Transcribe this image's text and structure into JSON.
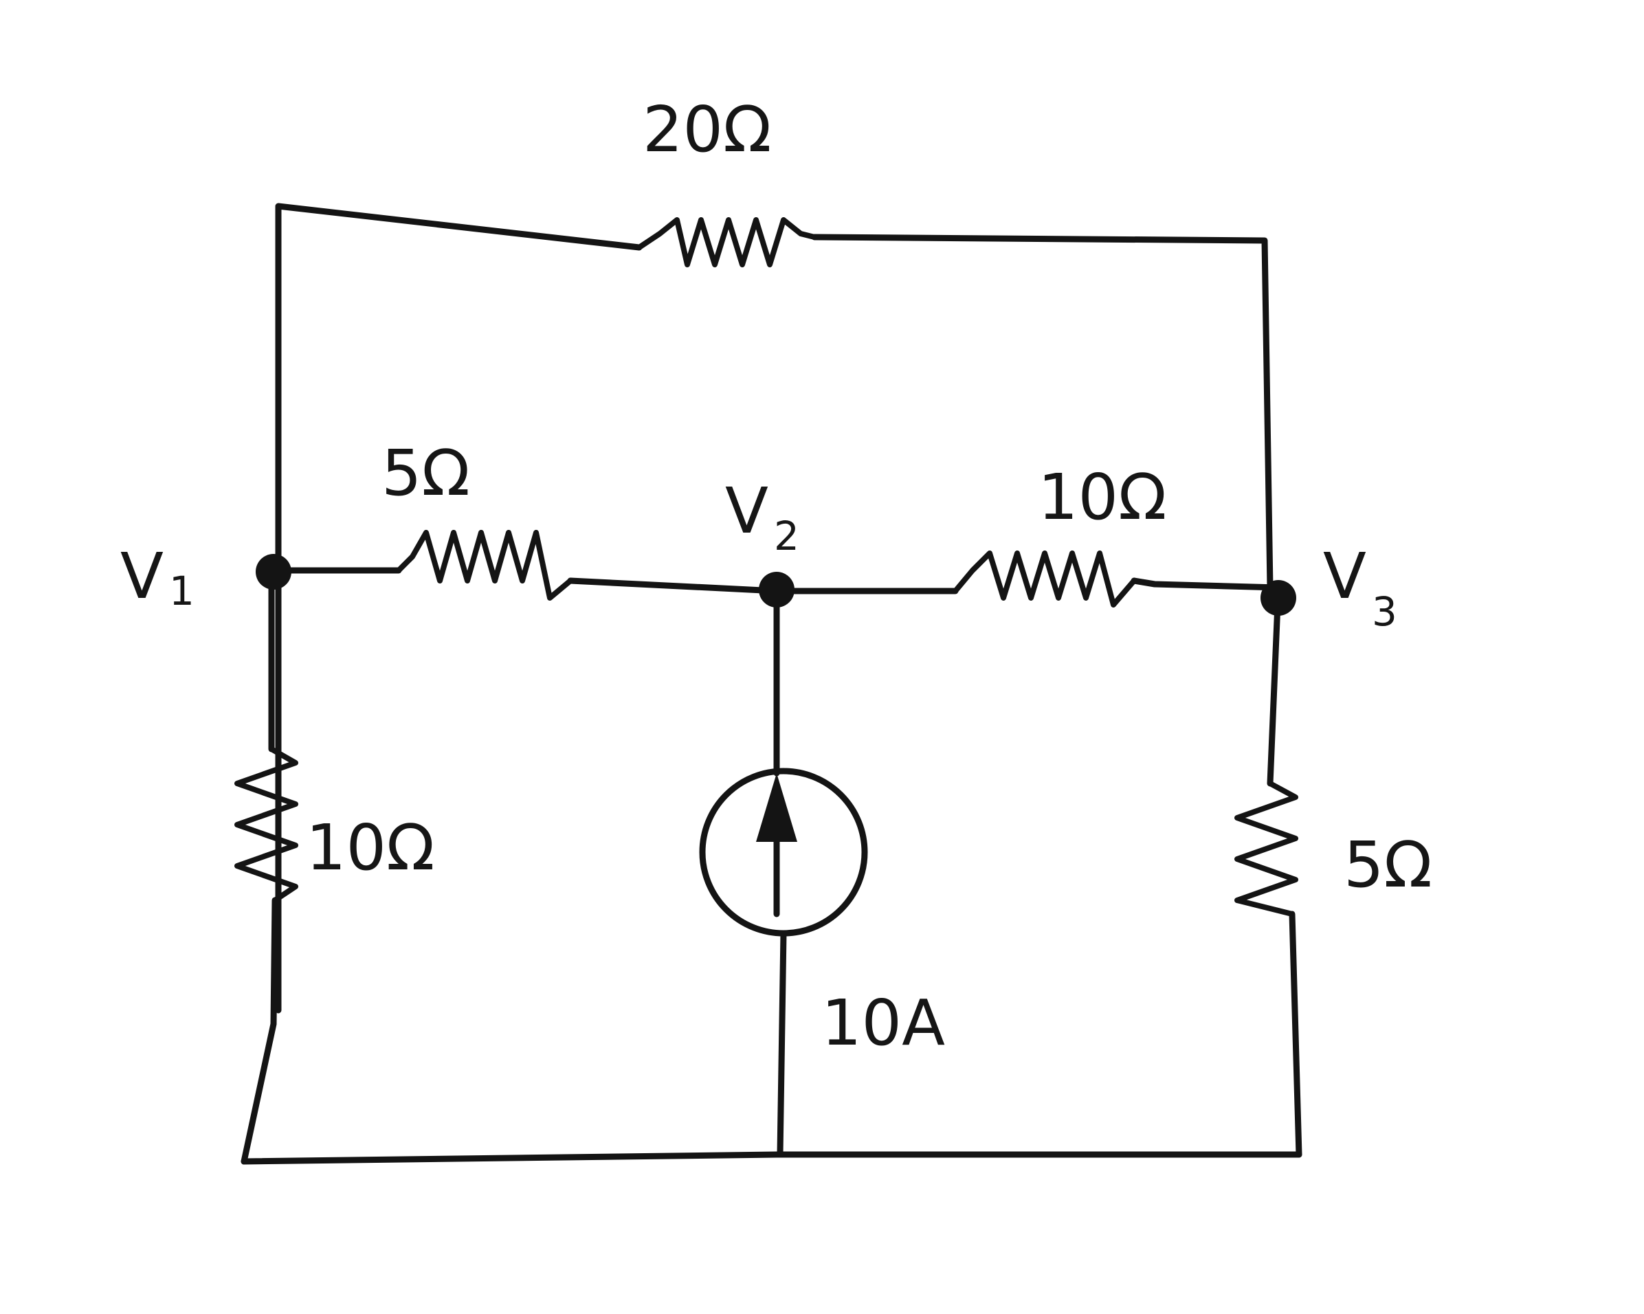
{
  "colors": {
    "ink": "#141414",
    "paper": "#ffffff"
  },
  "nodes": {
    "v1": {
      "letter": "V",
      "sub": "1"
    },
    "v2": {
      "letter": "V",
      "sub": "2"
    },
    "v3": {
      "letter": "V",
      "sub": "3"
    }
  },
  "resistors": {
    "top": "20Ω",
    "v1_v2": "5Ω",
    "v2_v3": "10Ω",
    "v1_ground": "10Ω",
    "v3_ground": "5Ω"
  },
  "source": {
    "label": "10A",
    "direction": "up"
  }
}
